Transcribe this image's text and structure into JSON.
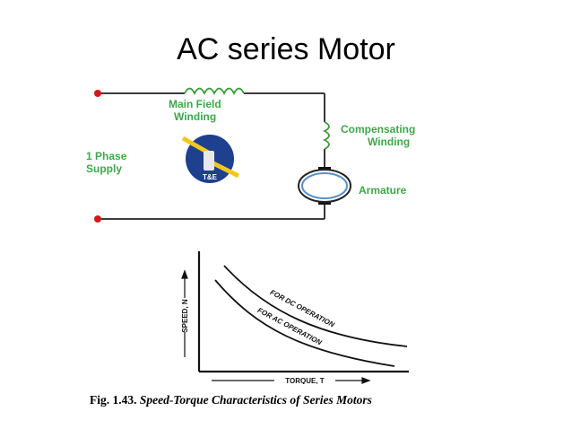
{
  "slide": {
    "title": "AC series Motor"
  },
  "circuit": {
    "main_field_line1": "Main Field",
    "main_field_line2": "Winding",
    "compensating_line1": "Compensating",
    "compensating_line2": "Winding",
    "supply_line1": "1 Phase",
    "supply_line2": "Supply",
    "armature": "Armature",
    "logo_text": "T&E",
    "label_color": "#3ea84a",
    "wire_color": "#222222",
    "coil_color": "#3a9a3a",
    "terminal_color": "#d11a1a"
  },
  "graph": {
    "y_axis_label": "SPEED, N",
    "x_axis_label": "TORQUE, T",
    "curve_dc_label": "FOR DC OPERATION",
    "curve_ac_label": "FOR AC OPERATION"
  },
  "caption": {
    "fig_number": "Fig. 1.43.",
    "text": "Speed-Torque Characteristics of Series Motors"
  }
}
